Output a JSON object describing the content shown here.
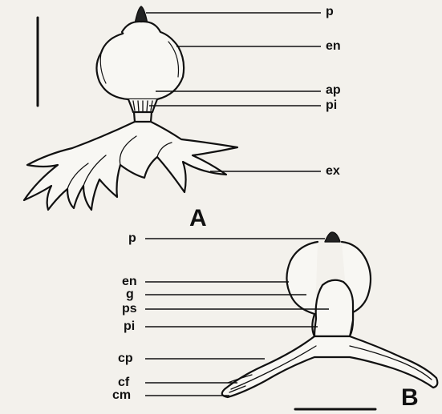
{
  "figure": {
    "panel_a": {
      "letter": "A",
      "labels": {
        "p": "p",
        "en": "en",
        "ap": "ap",
        "pi": "pi",
        "ex": "ex"
      }
    },
    "panel_b": {
      "letter": "B",
      "labels": {
        "p": "p",
        "en": "en",
        "g": "g",
        "ps": "ps",
        "pi": "pi",
        "cp": "cp",
        "cf": "cf",
        "cm": "cm"
      }
    }
  }
}
